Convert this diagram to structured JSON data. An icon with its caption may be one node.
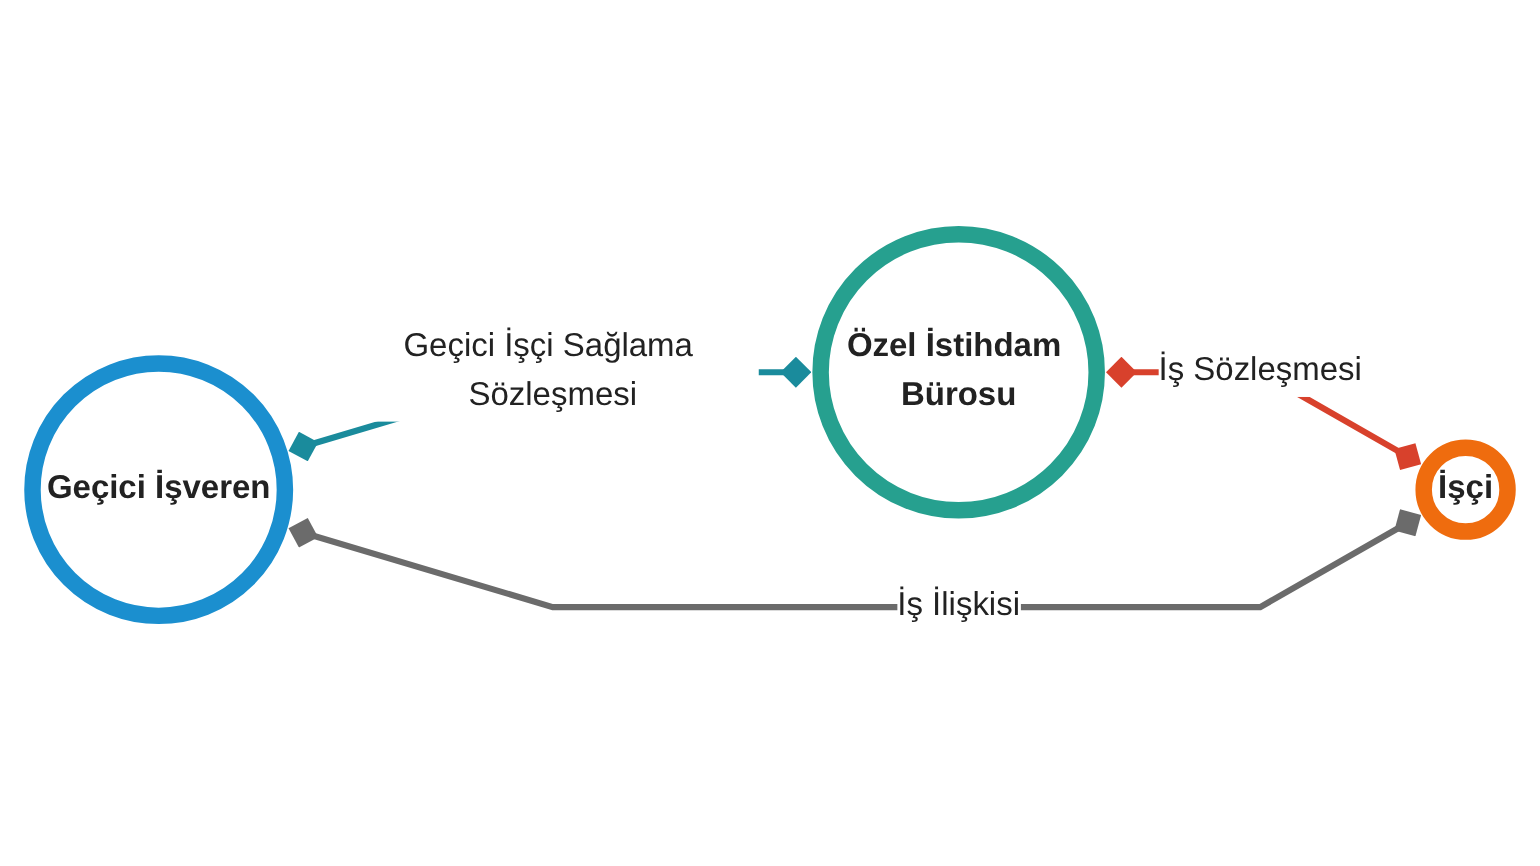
{
  "diagram": {
    "nodes": [
      {
        "text": [
          "Özel İstihdam Bürosu"
        ]
      },
      {
        "text": [
          "Geçici İşveren"
        ]
      },
      {
        "text": [
          "İşçi"
        ]
      }
    ],
    "edges": [
      {
        "from": 1,
        "to": 0,
        "arrow": "other",
        "label": "Geçici İşçi Sağlama Sözleşmesi",
        "color": "#1a8b9c"
      },
      {
        "from": 0,
        "to": 2,
        "arrow": "other",
        "label": "İş Sözleşmesi",
        "color": "#d8412c"
      },
      {
        "from": 1,
        "to": 2,
        "arrow": "other",
        "label": "İş İlişkisi"
      }
    ]
  }
}
